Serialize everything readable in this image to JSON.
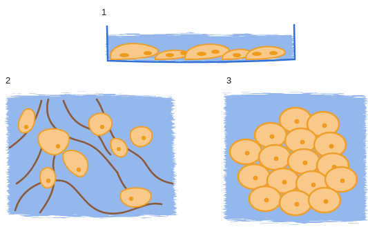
{
  "panels": [
    {
      "label": "1"
    },
    {
      "label": "2"
    },
    {
      "label": "3"
    }
  ],
  "colors": {
    "medium_blue": "#8fb4ee",
    "cell_fill": "#f8c98a",
    "cell_outline": "#f0a02a",
    "nucleus": "#ee9a1a",
    "dish_wall": "#2f6fd6",
    "fiber": "#8a5a3a",
    "text": "#222222"
  }
}
